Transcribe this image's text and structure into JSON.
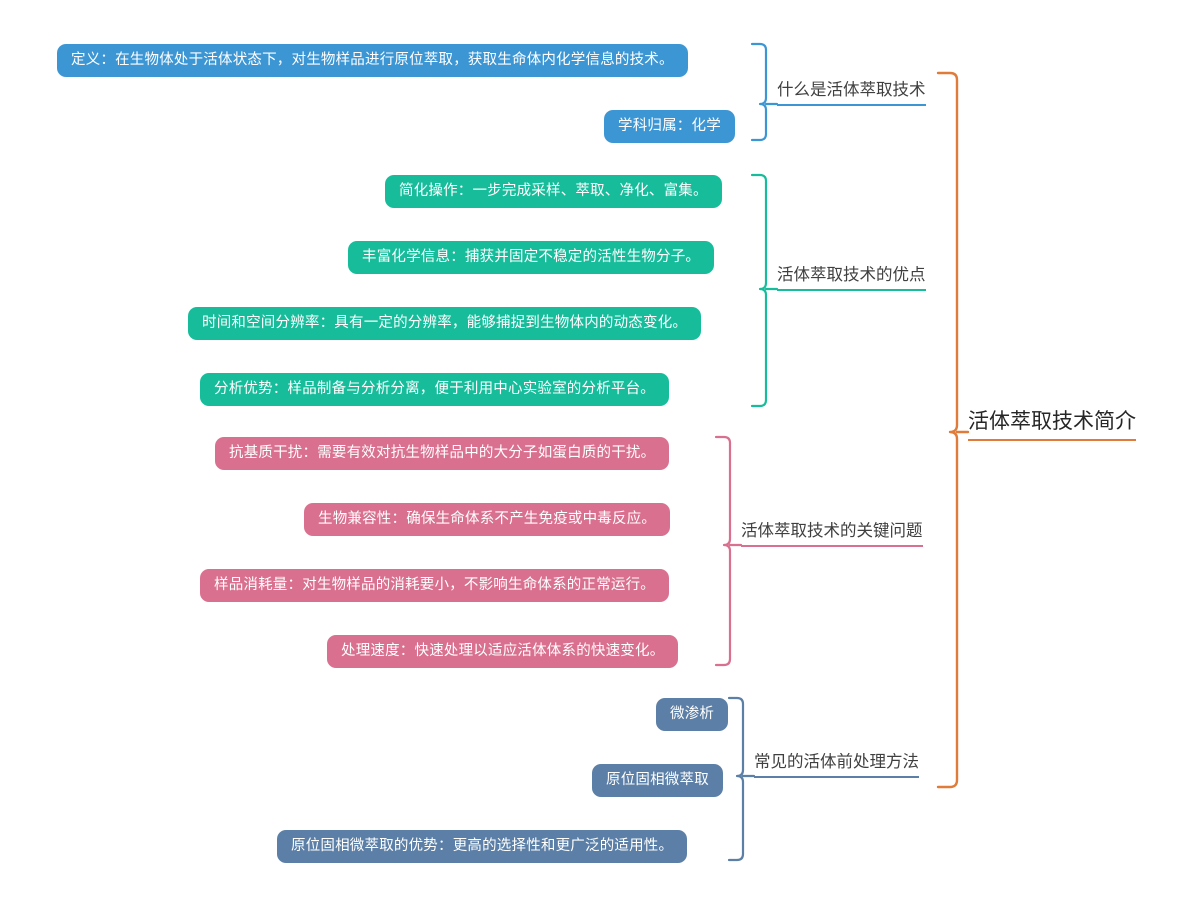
{
  "title": "活体萃取技术简介",
  "colors": {
    "root_accent": "#e07b39",
    "branch_blue": "#3d96d4",
    "branch_teal": "#17bd9b",
    "branch_pink": "#d9708f",
    "branch_slate": "#5b7fa6",
    "background": "#ffffff",
    "label_text": "#3f3f3f",
    "root_text": "#262626"
  },
  "root": {
    "label": "活体萃取技术简介"
  },
  "branches": [
    {
      "label": "什么是活体萃取技术",
      "color_key": "branch_blue",
      "nodes": [
        {
          "text": "定义：在生物体处于活体状态下，对生物样品进行原位萃取，获取生命体内化学信息的技术。"
        },
        {
          "text": "学科归属：化学"
        }
      ]
    },
    {
      "label": "活体萃取技术的优点",
      "color_key": "branch_teal",
      "nodes": [
        {
          "text": "简化操作：一步完成采样、萃取、净化、富集。"
        },
        {
          "text": "丰富化学信息：捕获并固定不稳定的活性生物分子。"
        },
        {
          "text": "时间和空间分辨率：具有一定的分辨率，能够捕捉到生物体内的动态变化。"
        },
        {
          "text": "分析优势：样品制备与分析分离，便于利用中心实验室的分析平台。"
        }
      ]
    },
    {
      "label": "活体萃取技术的关键问题",
      "color_key": "branch_pink",
      "nodes": [
        {
          "text": "抗基质干扰：需要有效对抗生物样品中的大分子如蛋白质的干扰。"
        },
        {
          "text": "生物兼容性：确保生命体系不产生免疫或中毒反应。"
        },
        {
          "text": "样品消耗量：对生物样品的消耗要小，不影响生命体系的正常运行。"
        },
        {
          "text": "处理速度：快速处理以适应活体体系的快速变化。"
        }
      ]
    },
    {
      "label": "常见的活体前处理方法",
      "color_key": "branch_slate",
      "nodes": [
        {
          "text": "微渗析"
        },
        {
          "text": "原位固相微萃取"
        },
        {
          "text": "原位固相微萃取的优势：更高的选择性和更广泛的适用性。"
        }
      ]
    }
  ]
}
